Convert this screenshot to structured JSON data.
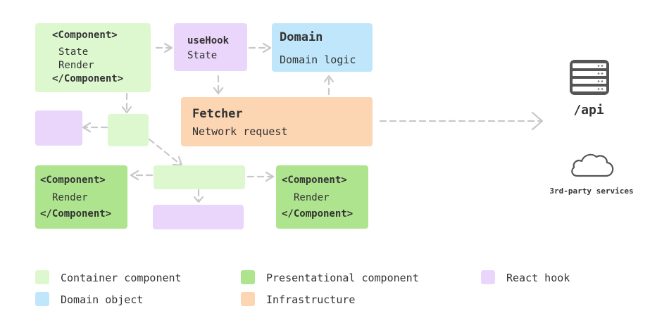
{
  "colors": {
    "container": "#ddf8cf",
    "presentational": "#aee48e",
    "hook": "#ead6fa",
    "domain": "#bfe6fa",
    "infrastructure": "#fcd5b3",
    "arrow": "#c8c8c8",
    "icon": "#555555"
  },
  "nodes": {
    "top_component": {
      "open": "<Component>",
      "state": "State",
      "render": "Render",
      "close": "</Component>"
    },
    "use_hook": {
      "title": "useHook",
      "state": "State"
    },
    "domain": {
      "title": "Domain",
      "subtitle": "Domain logic"
    },
    "fetcher": {
      "title": "Fetcher",
      "subtitle": "Network request"
    },
    "left_presentational": {
      "open": "<Component>",
      "render": "Render",
      "close": "</Component>"
    },
    "right_presentational": {
      "open": "<Component>",
      "render": "Render",
      "close": "</Component>"
    }
  },
  "external": {
    "api_label": "/api",
    "api_icon": "server-icon",
    "services_label": "3rd-party services",
    "services_icon": "cloud-icon"
  },
  "legend": {
    "container": "Container component",
    "presentational": "Presentational component",
    "hook": "React hook",
    "domain": "Domain object",
    "infrastructure": "Infrastructure"
  }
}
